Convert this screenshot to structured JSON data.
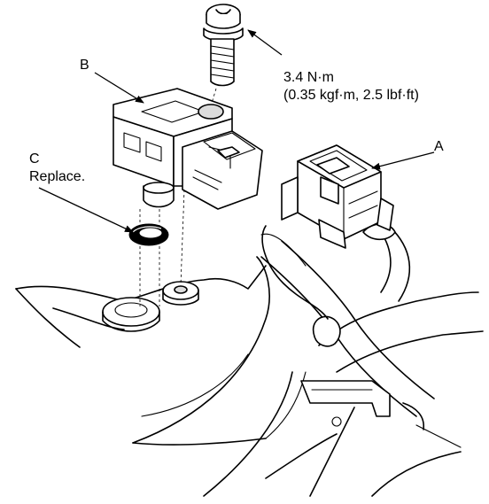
{
  "callouts": {
    "a": {
      "letter": "A"
    },
    "b": {
      "letter": "B"
    },
    "c": {
      "letter": "C",
      "note": "Replace."
    }
  },
  "torque": {
    "line1": "3.4 N·m",
    "line2": "(0.35 kgf·m, 2.5 lbf·ft)"
  },
  "icons": [
    "bolt-icon",
    "sensor-icon",
    "connector-icon",
    "o-ring-icon"
  ]
}
